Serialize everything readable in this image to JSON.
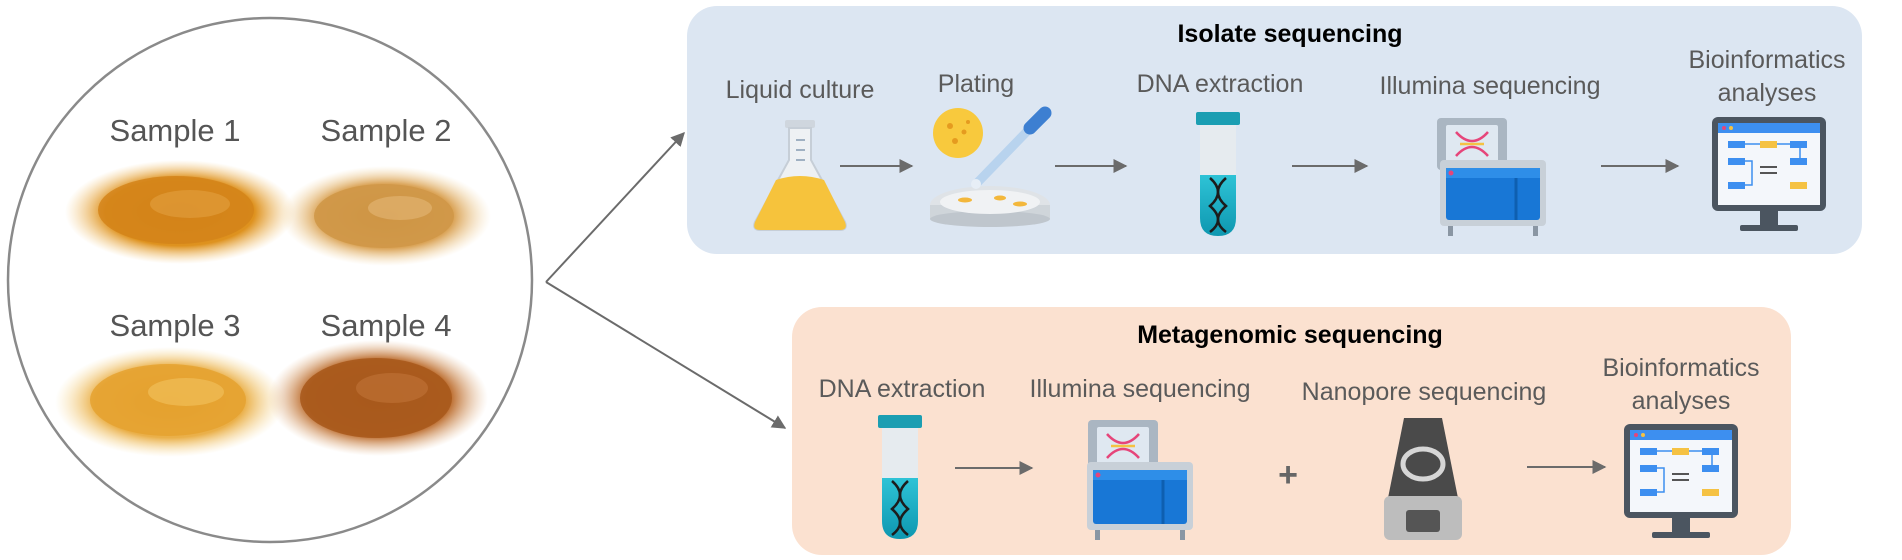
{
  "samples": [
    {
      "label": "Sample 1",
      "color": "#d98a1e"
    },
    {
      "label": "Sample 2",
      "color": "#d6a04a"
    },
    {
      "label": "Sample 3",
      "color": "#e3a22c"
    },
    {
      "label": "Sample 4",
      "color": "#b5651d"
    }
  ],
  "isolate": {
    "title": "Isolate sequencing",
    "bg_color": "#dce6f2",
    "steps": [
      {
        "label": "Liquid culture",
        "icon": "flask-icon"
      },
      {
        "label": "Plating",
        "icon": "petri-dish-icon"
      },
      {
        "label": "DNA extraction",
        "icon": "test-tube-dna-icon"
      },
      {
        "label": "Illumina sequencing",
        "icon": "illumina-sequencer-icon"
      },
      {
        "label_line1": "Bioinformatics",
        "label_line2": "analyses",
        "icon": "computer-monitor-icon"
      }
    ]
  },
  "metagenomic": {
    "title": "Metagenomic sequencing",
    "bg_color": "#fbe1d0",
    "plus": "+",
    "steps": [
      {
        "label": "DNA extraction",
        "icon": "test-tube-dna-icon"
      },
      {
        "label": "Illumina sequencing",
        "icon": "illumina-sequencer-icon"
      },
      {
        "label": "Nanopore sequencing",
        "icon": "nanopore-sequencer-icon"
      },
      {
        "label_line1": "Bioinformatics",
        "label_line2": "analyses",
        "icon": "computer-monitor-icon"
      }
    ]
  }
}
